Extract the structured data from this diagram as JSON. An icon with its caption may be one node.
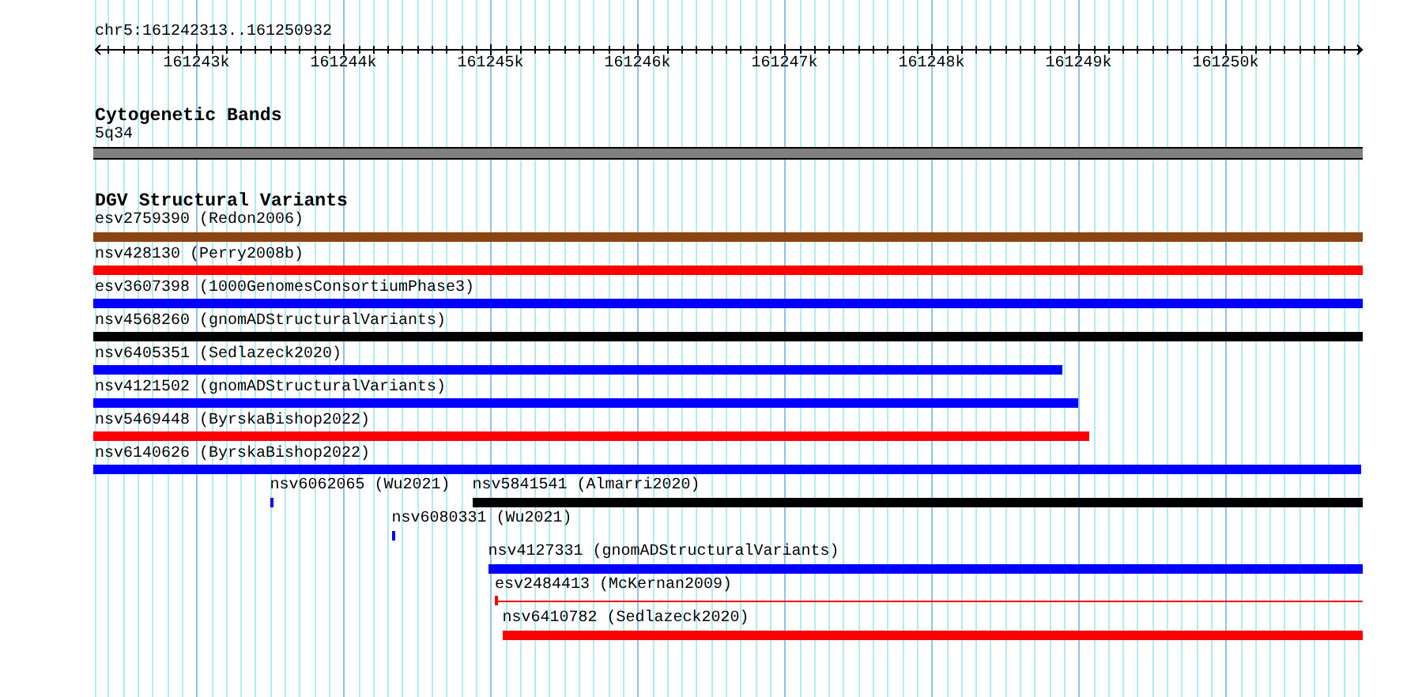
{
  "diagram": {
    "nodes": [
      {
        "text": [
          "5q34"
        ]
      },
      {
        "text": [
          "esv2759390 (Redon2006)"
        ]
      },
      {
        "text": [
          "nsv428130 (Perry2008b)"
        ]
      },
      {
        "text": [
          "esv3607398 (1000GenomesConsortiumPhase3)"
        ]
      },
      {
        "text": [
          "nsv4568260 (gnomADStructuralVariants)"
        ]
      },
      {
        "text": [
          "nsv6405351 (Sedlazeck2020)"
        ]
      },
      {
        "text": [
          "nsv4121502 (gnomADStructuralVariants)"
        ]
      },
      {
        "text": [
          "nsv5469448 (ByrskaBishop2022)"
        ]
      },
      {
        "text": [
          "nsv6140626 (ByrskaBishop2022)"
        ]
      },
      {
        "text": [
          "nsv6062065 (Wu2021)"
        ]
      },
      {
        "text": [
          "nsv5841541 (Almarri2020)"
        ]
      },
      {
        "text": [
          "nsv6080331 (Wu2021)"
        ]
      },
      {
        "text": [
          "nsv4127331 (gnomADStructuralVariants)"
        ]
      },
      {
        "text": [
          "esv2484413 (McKernan2009)"
        ]
      },
      {
        "text": [
          "nsv6410782 (Sedlazeck2020)"
        ]
      }
    ],
    "labels": [
      "chr5:161242313..161250932",
      "161243k",
      "161244k",
      "161245k",
      "161246k",
      "161247k",
      "161248k",
      "161249k",
      "161250k",
      "Cytogenetic Bands",
      "DGV Structural Variants"
    ]
  }
}
